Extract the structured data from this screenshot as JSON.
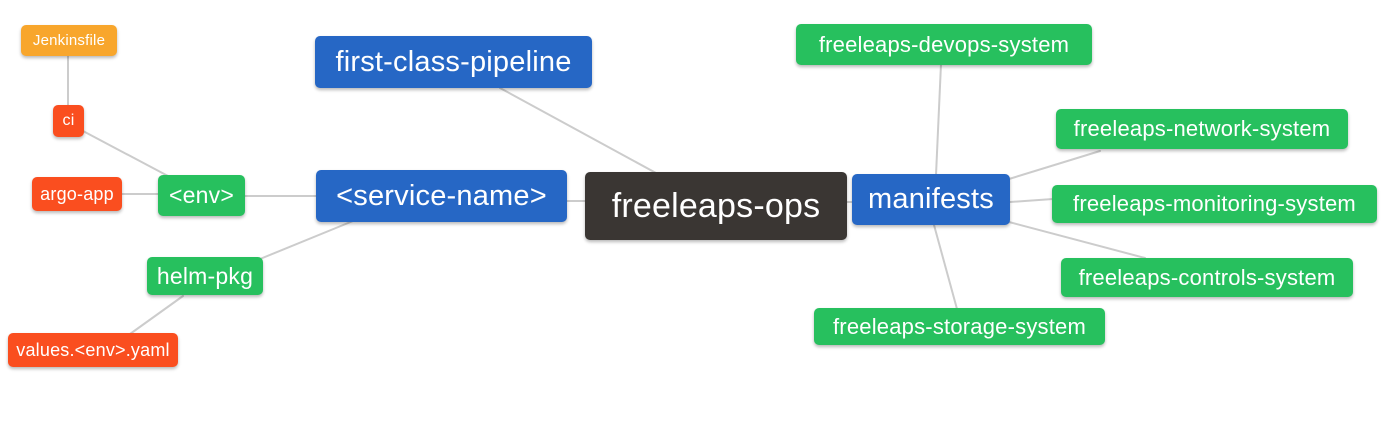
{
  "diagram": {
    "type": "mindmap",
    "root_label": "freeleaps-ops"
  },
  "colors": {
    "blue": "#2667c5",
    "green": "#27c05e",
    "red": "#fa4e1f",
    "orange": "#f8a62c",
    "dark": "#3a3633",
    "edge": "#cccccc",
    "text": "#ffffff",
    "background": "#ffffff"
  },
  "nodes": [
    {
      "id": "jenkinsfile",
      "label": "Jenkinsfile",
      "color": "orange"
    },
    {
      "id": "ci",
      "label": "ci",
      "color": "red"
    },
    {
      "id": "argo-app",
      "label": "argo-app",
      "color": "red"
    },
    {
      "id": "env",
      "label": "<env>",
      "color": "green"
    },
    {
      "id": "helm-pkg",
      "label": "helm-pkg",
      "color": "green"
    },
    {
      "id": "values-env-yaml",
      "label": "values.<env>.yaml",
      "color": "red"
    },
    {
      "id": "first-class-pipeline",
      "label": "first-class-pipeline",
      "color": "blue"
    },
    {
      "id": "service-name",
      "label": "<service-name>",
      "color": "blue"
    },
    {
      "id": "freeleaps-ops",
      "label": "freeleaps-ops",
      "color": "dark"
    },
    {
      "id": "manifests",
      "label": "manifests",
      "color": "blue"
    },
    {
      "id": "freeleaps-devops-system",
      "label": "freeleaps-devops-system",
      "color": "green"
    },
    {
      "id": "freeleaps-network-system",
      "label": "freeleaps-network-system",
      "color": "green"
    },
    {
      "id": "freeleaps-monitoring-system",
      "label": "freeleaps-monitoring-system",
      "color": "green"
    },
    {
      "id": "freeleaps-controls-system",
      "label": "freeleaps-controls-system",
      "color": "green"
    },
    {
      "id": "freeleaps-storage-system",
      "label": "freeleaps-storage-system",
      "color": "green"
    }
  ],
  "edges": [
    {
      "from": "jenkinsfile",
      "to": "ci"
    },
    {
      "from": "ci",
      "to": "env"
    },
    {
      "from": "argo-app",
      "to": "env"
    },
    {
      "from": "env",
      "to": "service-name"
    },
    {
      "from": "helm-pkg",
      "to": "service-name"
    },
    {
      "from": "values-env-yaml",
      "to": "helm-pkg"
    },
    {
      "from": "service-name",
      "to": "freeleaps-ops"
    },
    {
      "from": "first-class-pipeline",
      "to": "freeleaps-ops"
    },
    {
      "from": "freeleaps-ops",
      "to": "manifests"
    },
    {
      "from": "manifests",
      "to": "freeleaps-devops-system"
    },
    {
      "from": "manifests",
      "to": "freeleaps-network-system"
    },
    {
      "from": "manifests",
      "to": "freeleaps-monitoring-system"
    },
    {
      "from": "manifests",
      "to": "freeleaps-controls-system"
    },
    {
      "from": "manifests",
      "to": "freeleaps-storage-system"
    }
  ]
}
